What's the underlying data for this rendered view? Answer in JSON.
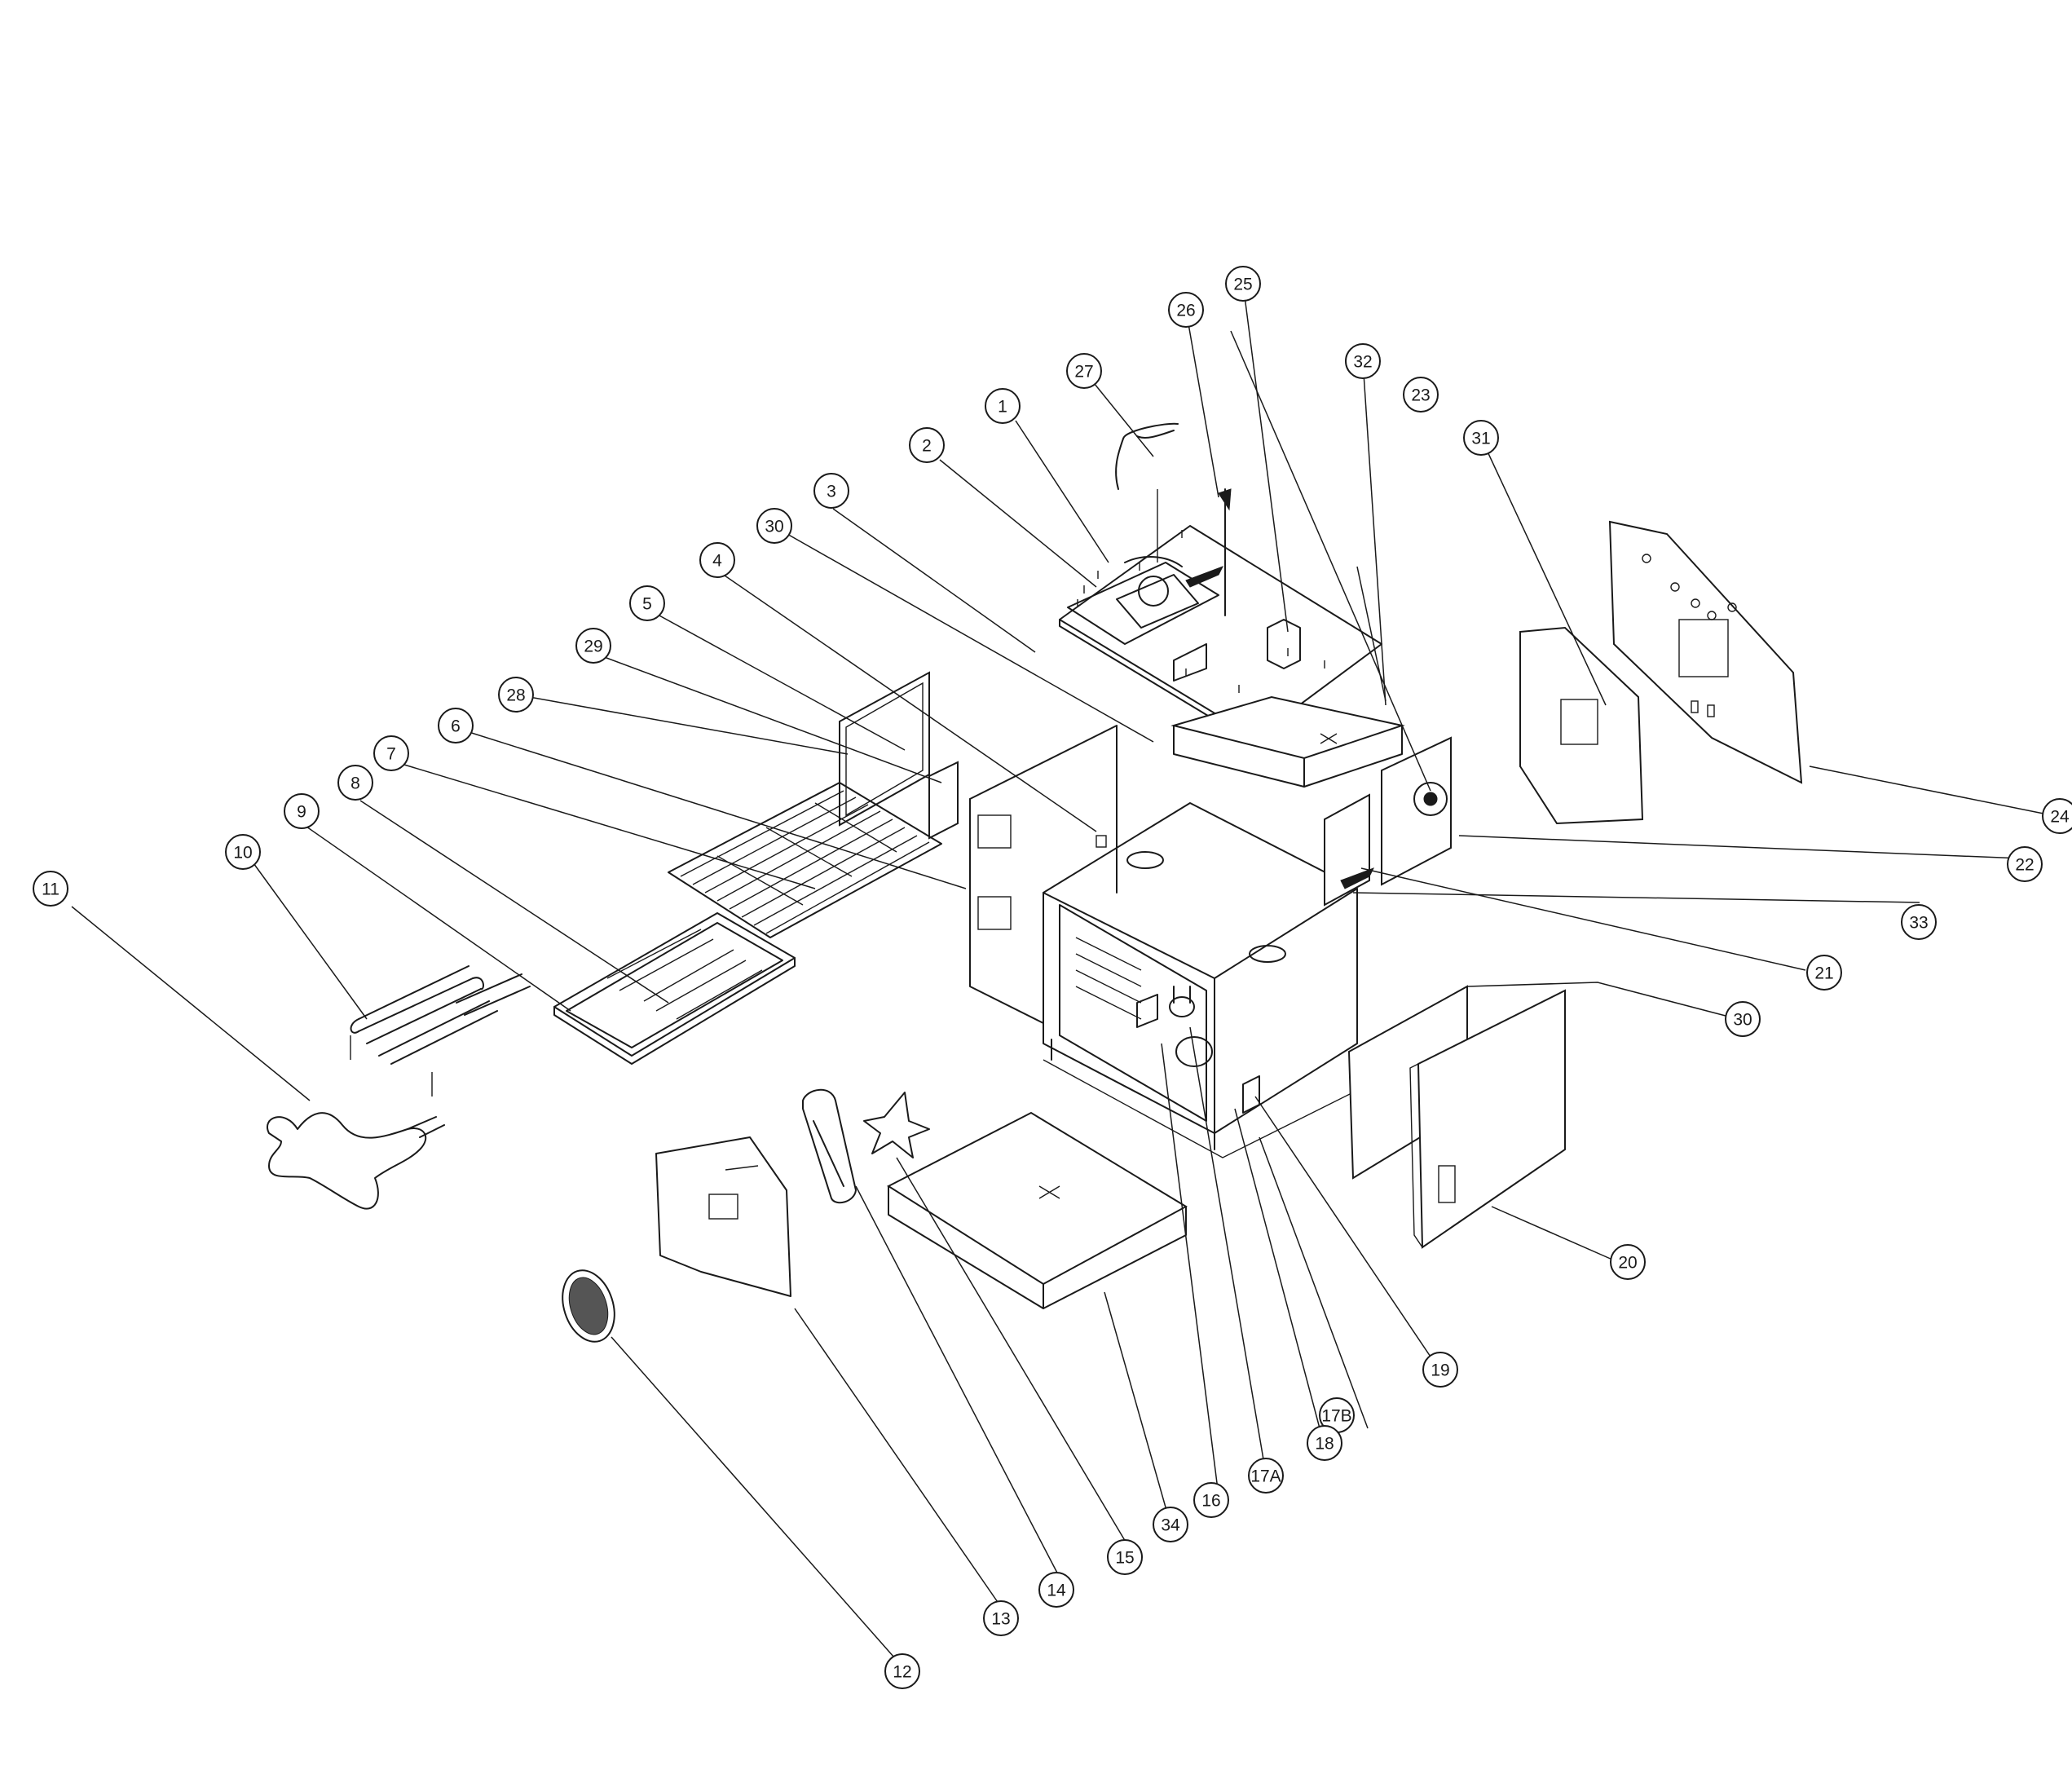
{
  "callouts": [
    {
      "id": "1",
      "label": "1"
    },
    {
      "id": "2",
      "label": "2"
    },
    {
      "id": "3",
      "label": "3"
    },
    {
      "id": "4",
      "label": "4"
    },
    {
      "id": "5",
      "label": "5"
    },
    {
      "id": "6",
      "label": "6"
    },
    {
      "id": "7",
      "label": "7"
    },
    {
      "id": "8",
      "label": "8"
    },
    {
      "id": "9",
      "label": "9"
    },
    {
      "id": "10",
      "label": "10"
    },
    {
      "id": "11",
      "label": "11"
    },
    {
      "id": "12",
      "label": "12"
    },
    {
      "id": "13",
      "label": "13"
    },
    {
      "id": "14",
      "label": "14"
    },
    {
      "id": "15",
      "label": "15"
    },
    {
      "id": "16",
      "label": "16"
    },
    {
      "id": "17A",
      "label": "17A"
    },
    {
      "id": "17B",
      "label": "17B"
    },
    {
      "id": "18",
      "label": "18"
    },
    {
      "id": "19",
      "label": "19"
    },
    {
      "id": "20",
      "label": "20"
    },
    {
      "id": "21",
      "label": "21"
    },
    {
      "id": "22",
      "label": "22"
    },
    {
      "id": "23",
      "label": "23"
    },
    {
      "id": "24",
      "label": "24"
    },
    {
      "id": "25",
      "label": "25"
    },
    {
      "id": "26",
      "label": "26"
    },
    {
      "id": "27",
      "label": "27"
    },
    {
      "id": "28",
      "label": "28"
    },
    {
      "id": "29",
      "label": "29"
    },
    {
      "id": "30a",
      "label": "30"
    },
    {
      "id": "30b",
      "label": "30"
    },
    {
      "id": "31",
      "label": "31"
    },
    {
      "id": "32",
      "label": "32"
    },
    {
      "id": "33",
      "label": "33"
    },
    {
      "id": "34",
      "label": "34"
    }
  ]
}
